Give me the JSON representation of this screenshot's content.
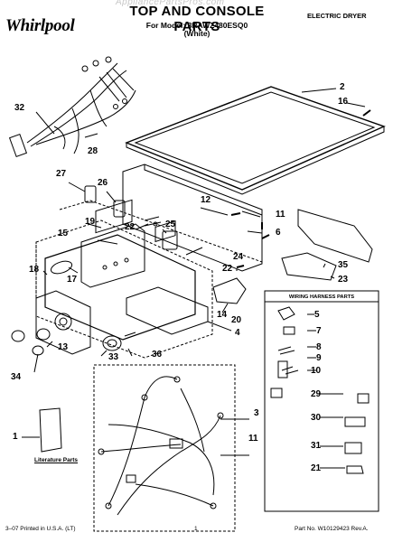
{
  "header": {
    "brand": "Whirlpool",
    "title": "TOP AND CONSOLE PARTS",
    "model_line": "For Model: 3RAWZ480ESQ0",
    "color_line": "(White)",
    "category": "ELECTRIC DRYER",
    "watermark": "AppliancePartsPros.com"
  },
  "callouts": {
    "c2": "2",
    "c16": "16",
    "c32": "32",
    "c28": "28",
    "c27": "27",
    "c26": "26",
    "c12": "12",
    "c19": "19",
    "c22a": "22",
    "c25": "25",
    "c11a": "11",
    "c6": "6",
    "c15": "15",
    "c17": "17",
    "c18": "18",
    "c24": "24",
    "c22b": "22",
    "c35": "35",
    "c23": "23",
    "c14": "14",
    "c20": "20",
    "c4": "4",
    "c13": "13",
    "c34": "34",
    "c33": "33",
    "c36": "36",
    "c1": "1",
    "c3": "3",
    "c11b": "11",
    "c5": "5",
    "c7": "7",
    "c8": "8",
    "c9": "9",
    "c10": "10",
    "c29": "29",
    "c30": "30",
    "c31": "31",
    "c21": "21"
  },
  "literature_label": "Literature Parts",
  "wiring_harness": {
    "title": "WIRING HARNESS PARTS"
  },
  "footer": {
    "printed": "3–07 Printed in U.S.A. (LT)",
    "page": "1",
    "part_no": "Part No. W10129423 Rev.A."
  }
}
